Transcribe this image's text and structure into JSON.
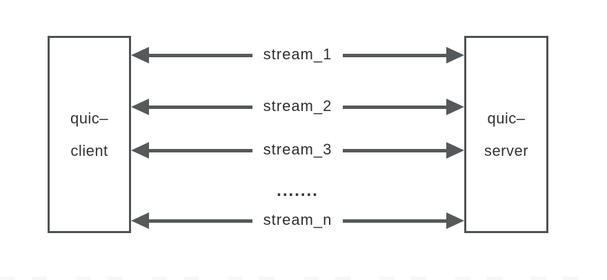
{
  "nodes": {
    "client": {
      "line1": "quic–",
      "line2": "client"
    },
    "server": {
      "line1": "quic–",
      "line2": "server"
    }
  },
  "streams": [
    {
      "label": "stream_1"
    },
    {
      "label": "stream_2"
    },
    {
      "label": "stream_3"
    },
    {
      "label": "stream_n"
    }
  ],
  "ellipsis": ".......",
  "colors": {
    "line": "#55595c",
    "box_border": "#4e5255",
    "text": "#333333",
    "label_text": "#2f2f2f",
    "background": "#ffffff"
  }
}
